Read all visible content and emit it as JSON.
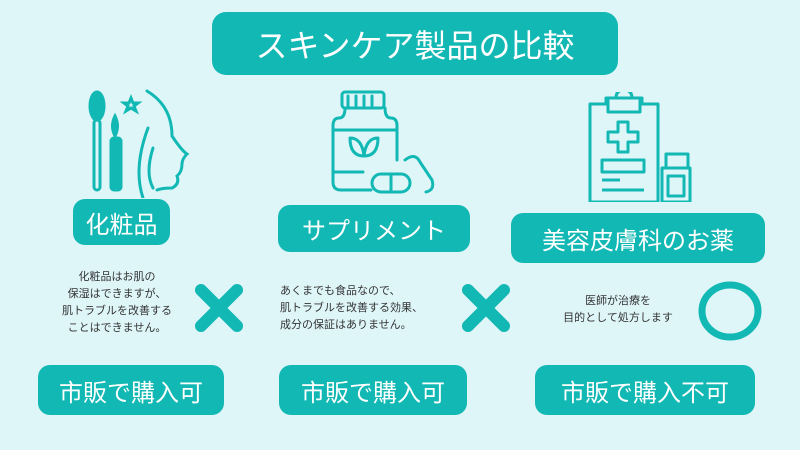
{
  "title": "スキンケア製品の比較",
  "columns": [
    {
      "label": "化粧品",
      "icon": "makeup-face-icon",
      "desc": [
        "化粧品はお肌の",
        "保湿はできますが、",
        "肌トラブルを改善する",
        "ことはできません。"
      ],
      "mark": "cross-icon",
      "availability": "市販で購入可"
    },
    {
      "label": "サプリメント",
      "icon": "supplement-bottle-icon",
      "desc": [
        "あくまでも食品なので、",
        "肌トラブルを改善する効果、",
        "成分の保証はありません。"
      ],
      "mark": "cross-icon",
      "availability": "市販で購入可"
    },
    {
      "label": "美容皮膚科のお薬",
      "icon": "medical-clipboard-icon",
      "desc": [
        "医師が治療を",
        "目的として処方します"
      ],
      "mark": "circle-icon",
      "availability": "市販で購入不可"
    }
  ],
  "colors": {
    "accent": "#12b8b4",
    "background": "#dff6f8"
  }
}
